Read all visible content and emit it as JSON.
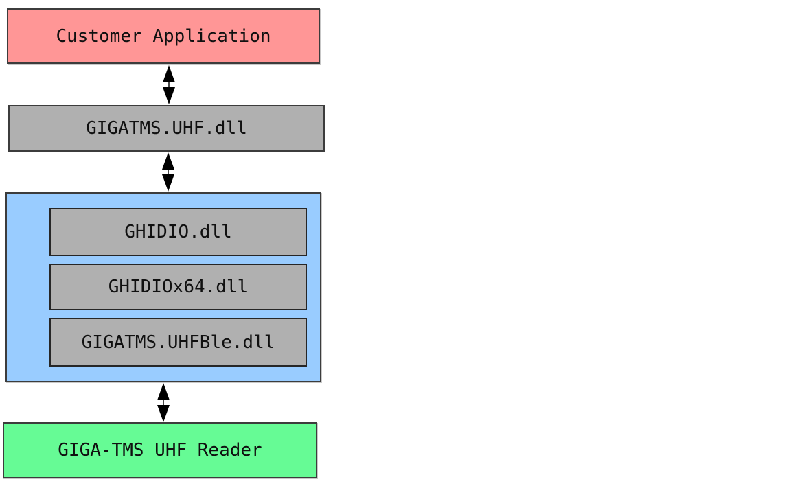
{
  "diagram": {
    "nodes": {
      "customer": {
        "label": "Customer Application",
        "fill": "#ff9696",
        "border": "#3c3c3c"
      },
      "uhf_dll": {
        "label": "GIGATMS.UHF.dll",
        "fill": "#b0b0b0",
        "border": "#3c3c3c"
      },
      "middleware": {
        "fill": "#99ccff",
        "border": "#3c3c3c",
        "children": [
          {
            "label": "GHIDIO.dll",
            "fill": "#b0b0b0"
          },
          {
            "label": "GHIDIOx64.dll",
            "fill": "#b0b0b0"
          },
          {
            "label": "GIGATMS.UHFBle.dll",
            "fill": "#b0b0b0"
          }
        ]
      },
      "reader": {
        "label": "GIGA-TMS UHF Reader",
        "fill": "#66fb95",
        "border": "#3c3c3c"
      }
    },
    "connectors": [
      {
        "type": "double-arrow",
        "from": "customer",
        "to": "uhf_dll",
        "color": "#000000"
      },
      {
        "type": "double-arrow",
        "from": "uhf_dll",
        "to": "middleware",
        "color": "#000000"
      },
      {
        "type": "double-arrow",
        "from": "middleware",
        "to": "reader",
        "color": "#000000"
      }
    ],
    "text_color": "#101010",
    "background": "#ffffff"
  }
}
